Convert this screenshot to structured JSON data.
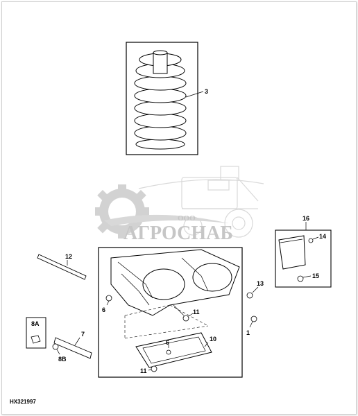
{
  "watermark": {
    "small_text": "ООО",
    "brand_text": "АГРОСНАБ"
  },
  "callouts": {
    "c3": "3",
    "c16": "16",
    "c14": "14",
    "c15": "15",
    "c12": "12",
    "c13": "13",
    "c6a": "6",
    "c11a": "11",
    "c1": "1",
    "c8A": "8A",
    "c7": "7",
    "c8B": "8B",
    "c6b": "6",
    "c10": "10",
    "c11b": "11"
  },
  "figure_ref": "HX321997"
}
